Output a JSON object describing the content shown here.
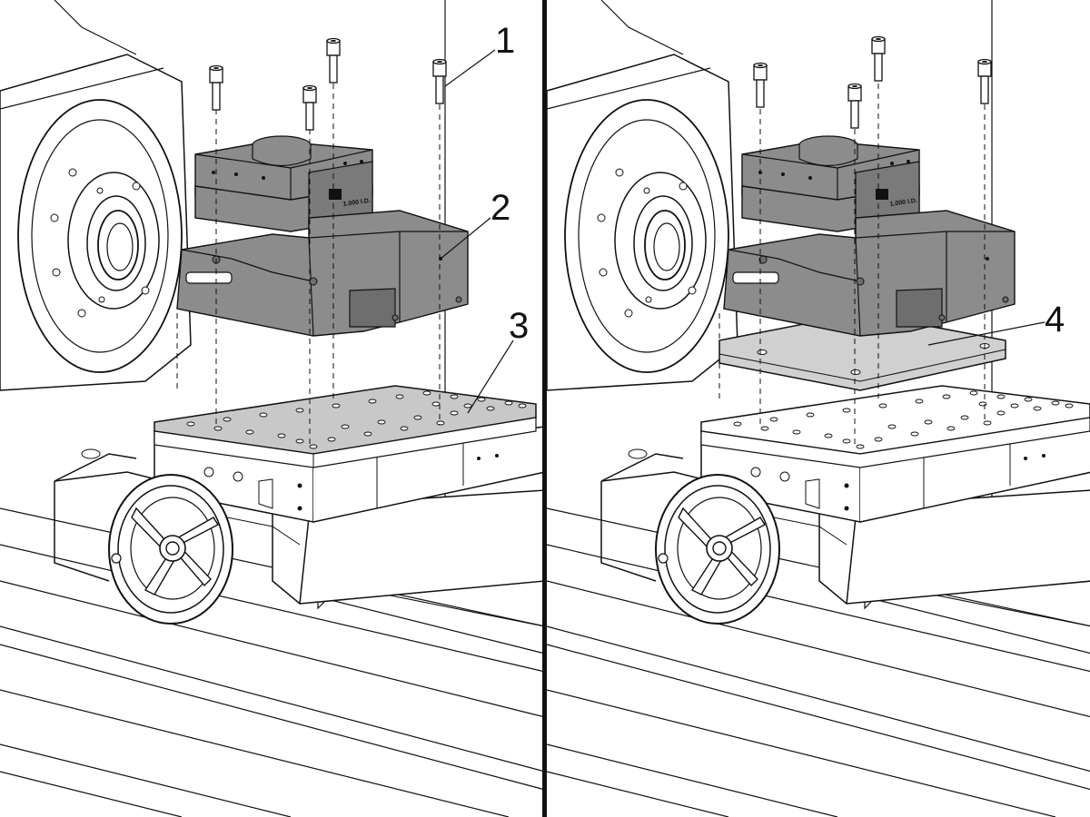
{
  "callouts": {
    "bolts": "1",
    "fixture": "2",
    "table": "3",
    "spacer_plate": "4"
  },
  "stamp_left": "1.000 I.D.",
  "stamp_right": "1.000 I.D.",
  "colors": {
    "line": "#111111",
    "fixture_fill": "#8c8c8c",
    "fixture_dark": "#6e6e6e",
    "table_top": "#c8c8c8",
    "plate_fill": "#d0d0d0",
    "background": "#ffffff"
  }
}
